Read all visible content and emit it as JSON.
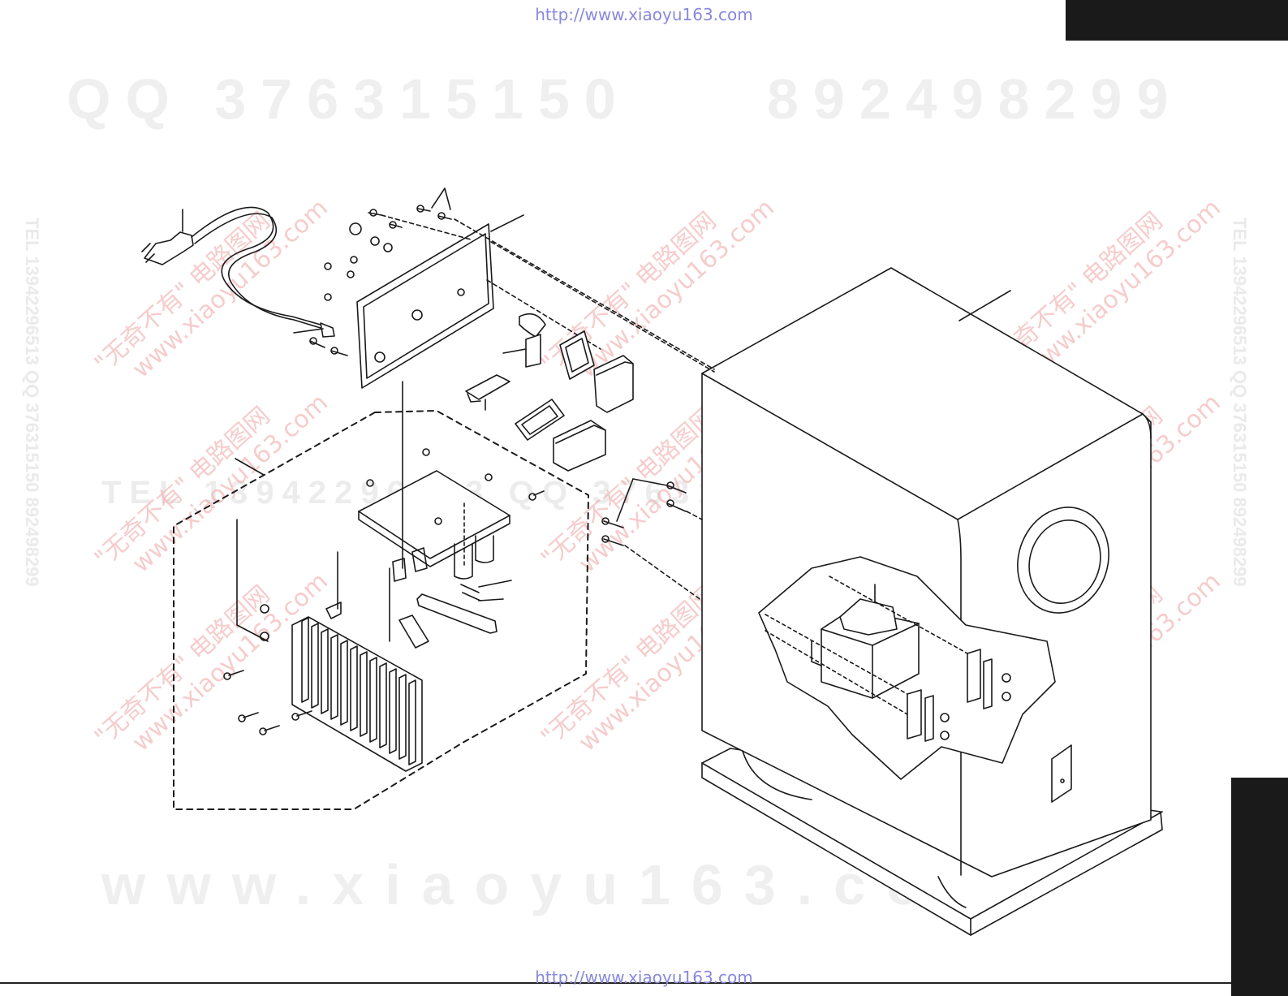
{
  "header": {
    "url_top": "http://www.xiaoyu163.com"
  },
  "footer": {
    "url_bottom": "http://www.xiaoyu163.com"
  },
  "watermarks": {
    "qq_line": "QQ 376315150",
    "second_number": "892498299",
    "site": "www.xiaoyu163.com",
    "tel_mid": "TEL 13942296513 QQ 376315150 892498299",
    "side_left": "TEL 13942296513 QQ 376315150 892498299",
    "side_right": "TEL 13942296513 QQ 376315150 892498299",
    "red_line1": "\"无奇不有\" 电路图网",
    "red_line2": "www.xiaoyu163.com"
  },
  "colors": {
    "line": "#1a1a1a",
    "tab": "#1a1a1a",
    "url": "#8888dd"
  }
}
